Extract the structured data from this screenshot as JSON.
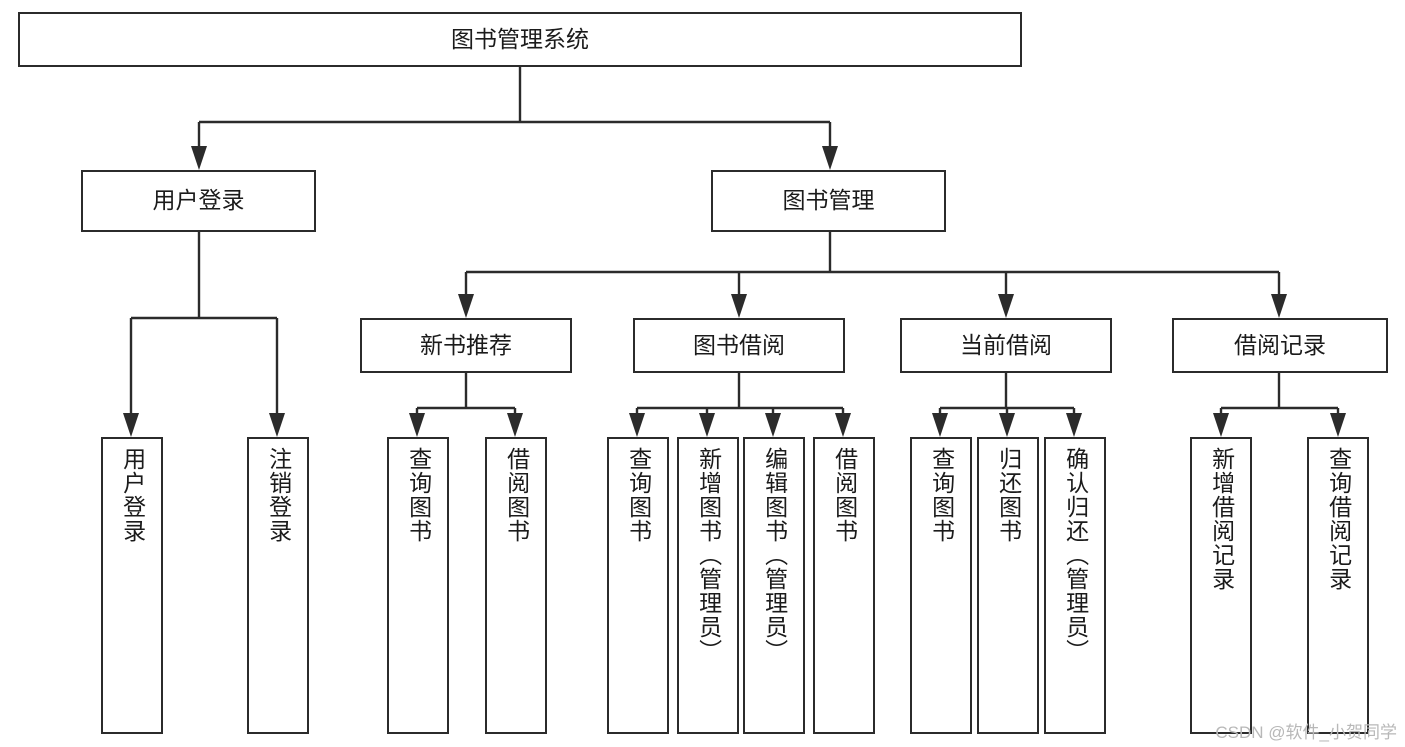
{
  "diagram": {
    "title": "图书管理系统",
    "type": "tree-hierarchy",
    "watermark": "CSDN @软件_小贺同学",
    "colors": {
      "stroke": "#2b2b2b",
      "fill": "#ffffff",
      "text": "#1b1b1b",
      "watermark": "#b8b8b8"
    },
    "nodes": {
      "root": {
        "label": "图书管理系统"
      },
      "level2": [
        {
          "id": "user-login",
          "label": "用户登录"
        },
        {
          "id": "book-manage",
          "label": "图书管理"
        }
      ],
      "level3": [
        {
          "id": "new-book-recommend",
          "label": "新书推荐"
        },
        {
          "id": "book-borrow",
          "label": "图书借阅"
        },
        {
          "id": "current-borrow",
          "label": "当前借阅"
        },
        {
          "id": "borrow-record",
          "label": "借阅记录"
        }
      ],
      "leaves": {
        "user-login": [
          {
            "id": "leaf-user-login",
            "label": "用户登录"
          },
          {
            "id": "leaf-logout-login",
            "label": "注销登录"
          }
        ],
        "new-book-recommend": [
          {
            "id": "leaf-query-book-1",
            "label": "查询图书"
          },
          {
            "id": "leaf-borrow-book-1",
            "label": "借阅图书"
          }
        ],
        "book-borrow": [
          {
            "id": "leaf-query-book-2",
            "label": "查询图书"
          },
          {
            "id": "leaf-add-book",
            "label": "新增图书（管理员）"
          },
          {
            "id": "leaf-edit-book",
            "label": "编辑图书（管理员）"
          },
          {
            "id": "leaf-borrow-book-2",
            "label": "借阅图书"
          }
        ],
        "current-borrow": [
          {
            "id": "leaf-query-book-3",
            "label": "查询图书"
          },
          {
            "id": "leaf-return-book",
            "label": "归还图书"
          },
          {
            "id": "leaf-confirm-return",
            "label": "确认归还（管理员）"
          }
        ],
        "borrow-record": [
          {
            "id": "leaf-add-record",
            "label": "新增借阅记录"
          },
          {
            "id": "leaf-query-record",
            "label": "查询借阅记录"
          }
        ]
      }
    }
  }
}
